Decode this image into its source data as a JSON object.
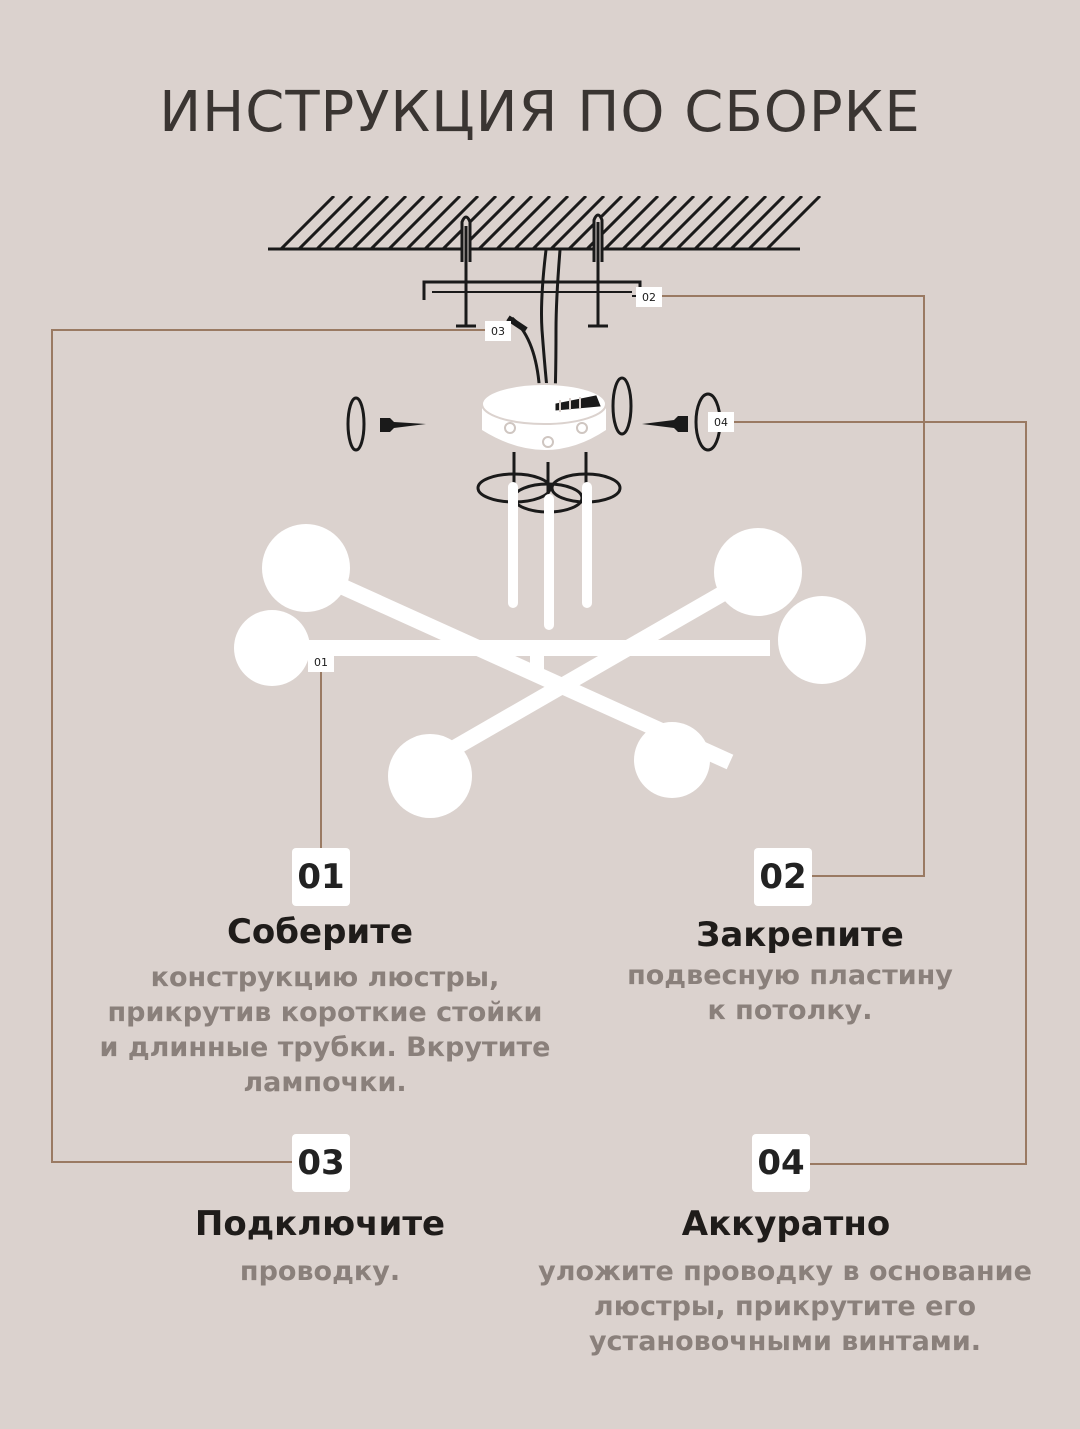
{
  "title": "ИНСТРУКЦИЯ ПО СБОРКЕ",
  "callouts": {
    "c01": "01",
    "c02": "02",
    "c03": "03",
    "c04": "04"
  },
  "steps": [
    {
      "number": "01",
      "heading": "Соберите",
      "lines": [
        "конструкцию люстры,",
        "прикрутив короткие стойки",
        "и длинные трубки. Вкрутите",
        "лампочки."
      ]
    },
    {
      "number": "02",
      "heading": "Закрепите",
      "lines": [
        "подвесную пластину",
        "к потолку."
      ]
    },
    {
      "number": "03",
      "heading": "Подключите",
      "lines": [
        "проводку."
      ]
    },
    {
      "number": "04",
      "heading": "Аккуратно",
      "lines": [
        "уложите проводку в основание",
        "люстры, прикрутите его",
        "установочными винтами."
      ]
    }
  ],
  "colors": {
    "background": "#dbd2ce",
    "leader": "#9a7a63",
    "ink": "#1a1a1a",
    "white": "#ffffff"
  }
}
